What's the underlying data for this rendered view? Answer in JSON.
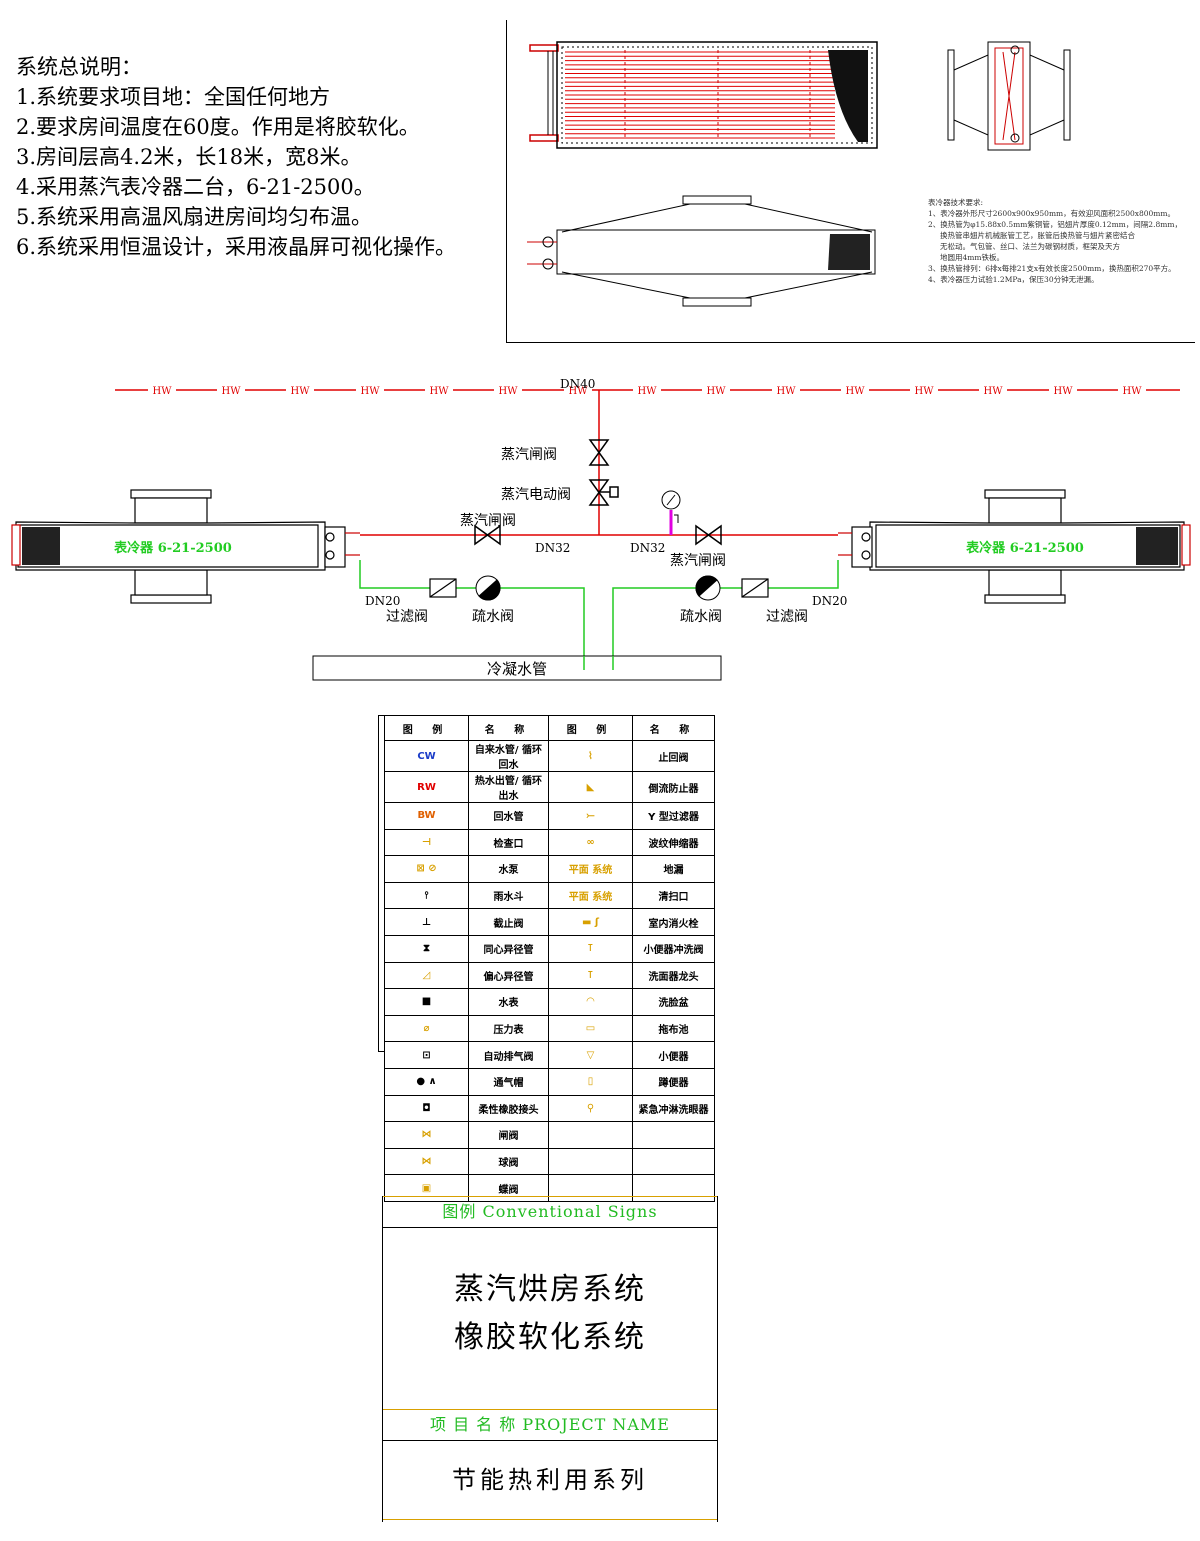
{
  "notes": {
    "title": "系统总说明：",
    "items": [
      "1.系统要求项目地：全国任何地方",
      "2.要求房间温度在60度。作用是将胶软化。",
      "3.房间层高4.2米，长18米，宽8米。",
      "4.采用蒸汽表冷器二台，6-21-2500。",
      "5.系统采用高温风扇进房间均匀布温。",
      "6.系统采用恒温设计，采用液晶屏可视化操作。"
    ]
  },
  "spec": {
    "title": "表冷器技术要求:",
    "lines": [
      "1、表冷器外形尺寸2600x900x950mm，有效迎风面积2500x800mm。",
      "2、换热管为φ15.88x0.5mm紫铜管，铝翅片厚度0.12mm，间隔2.8mm，",
      "换热管串翅片机械胀管工艺，胀管后换热管与翅片紧密结合",
      "无松动。气包管、丝口、法兰为碳钢材质，框架及天方",
      "地圆用4mm铁板。",
      "3、换热管排列：6排x每排21支x有效长度2500mm，换热面积270平方。",
      "4、表冷器压力试验1.2MPa，保压30分钟无泄漏。"
    ],
    "indented": [
      false,
      false,
      true,
      true,
      true,
      false,
      false
    ]
  },
  "schematic": {
    "pipe_label": "HW",
    "dn40": "DN40",
    "steam_gate_valve": "蒸汽闸阀",
    "steam_electric_valve": "蒸汽电动阀",
    "dn32": "DN32",
    "dn20": "DN20",
    "filter_valve": "过滤阀",
    "drain_valve": "疏水阀",
    "condensate_pipe": "冷凝水管",
    "cooler_label": "表冷器 6-21-2500"
  },
  "colors": {
    "hot_water": "#e00000",
    "condensate": "#22cc22",
    "gauge": "#e000e0",
    "legend_gold": "#d8a000"
  },
  "legend": {
    "headers": [
      "图 例",
      "名 称",
      "图 例",
      "名 称"
    ],
    "rows": [
      {
        "sym1": "CW",
        "name1": "自来水管/ 循环回水",
        "sym2": "⌇",
        "name2": "止回阀"
      },
      {
        "sym1": "RW",
        "name1": "热水出管/ 循环出水",
        "sym2": "◣",
        "name2": "倒流防止器"
      },
      {
        "sym1": "BW",
        "name1": "回水管",
        "sym2": "⤚",
        "name2": "Y 型过滤器"
      },
      {
        "sym1": "⊣",
        "name1": "检查口",
        "sym2": "∞",
        "name2": "波纹伸缩器"
      },
      {
        "sym1": "⊠ ⊘",
        "name1": "水泵",
        "sym2": "平面 系统",
        "name2": "地漏"
      },
      {
        "sym1": "⫯",
        "name1": "雨水斗",
        "sym2": "平面 系统",
        "name2": "清扫口"
      },
      {
        "sym1": "⊥",
        "name1": "截止阀",
        "sym2": "▬ ʃ",
        "name2": "室内消火栓"
      },
      {
        "sym1": "⧗",
        "name1": "同心异径管",
        "sym2": "⊺",
        "name2": "小便器冲洗阀"
      },
      {
        "sym1": "◿",
        "name1": "偏心异径管",
        "sym2": "⊺",
        "name2": "洗面器龙头"
      },
      {
        "sym1": "■",
        "name1": "水表",
        "sym2": "◠",
        "name2": "洗脸盆"
      },
      {
        "sym1": "⌀",
        "name1": "压力表",
        "sym2": "▭",
        "name2": "拖布池"
      },
      {
        "sym1": "⊡",
        "name1": "自动排气阀",
        "sym2": "▽",
        "name2": "小便器"
      },
      {
        "sym1": "● ∧",
        "name1": "通气帽",
        "sym2": "▯",
        "name2": "蹲便器"
      },
      {
        "sym1": "◘",
        "name1": "柔性橡胶接头",
        "sym2": "⚲",
        "name2": "紧急冲淋洗眼器"
      },
      {
        "sym1": "⋈",
        "name1": "闸阀",
        "sym2": "",
        "name2": ""
      },
      {
        "sym1": "⋈",
        "name1": "球阀",
        "sym2": "",
        "name2": ""
      },
      {
        "sym1": "▣",
        "name1": "蝶阀",
        "sym2": "",
        "name2": ""
      }
    ]
  },
  "titleblock": {
    "legend_caption": "图例 Conventional Signs",
    "project_line1": "蒸汽烘房系统",
    "project_line2": "橡胶软化系统",
    "project_name_caption": "项 目 名 称 PROJECT  NAME",
    "series": "节能热利用系列"
  }
}
